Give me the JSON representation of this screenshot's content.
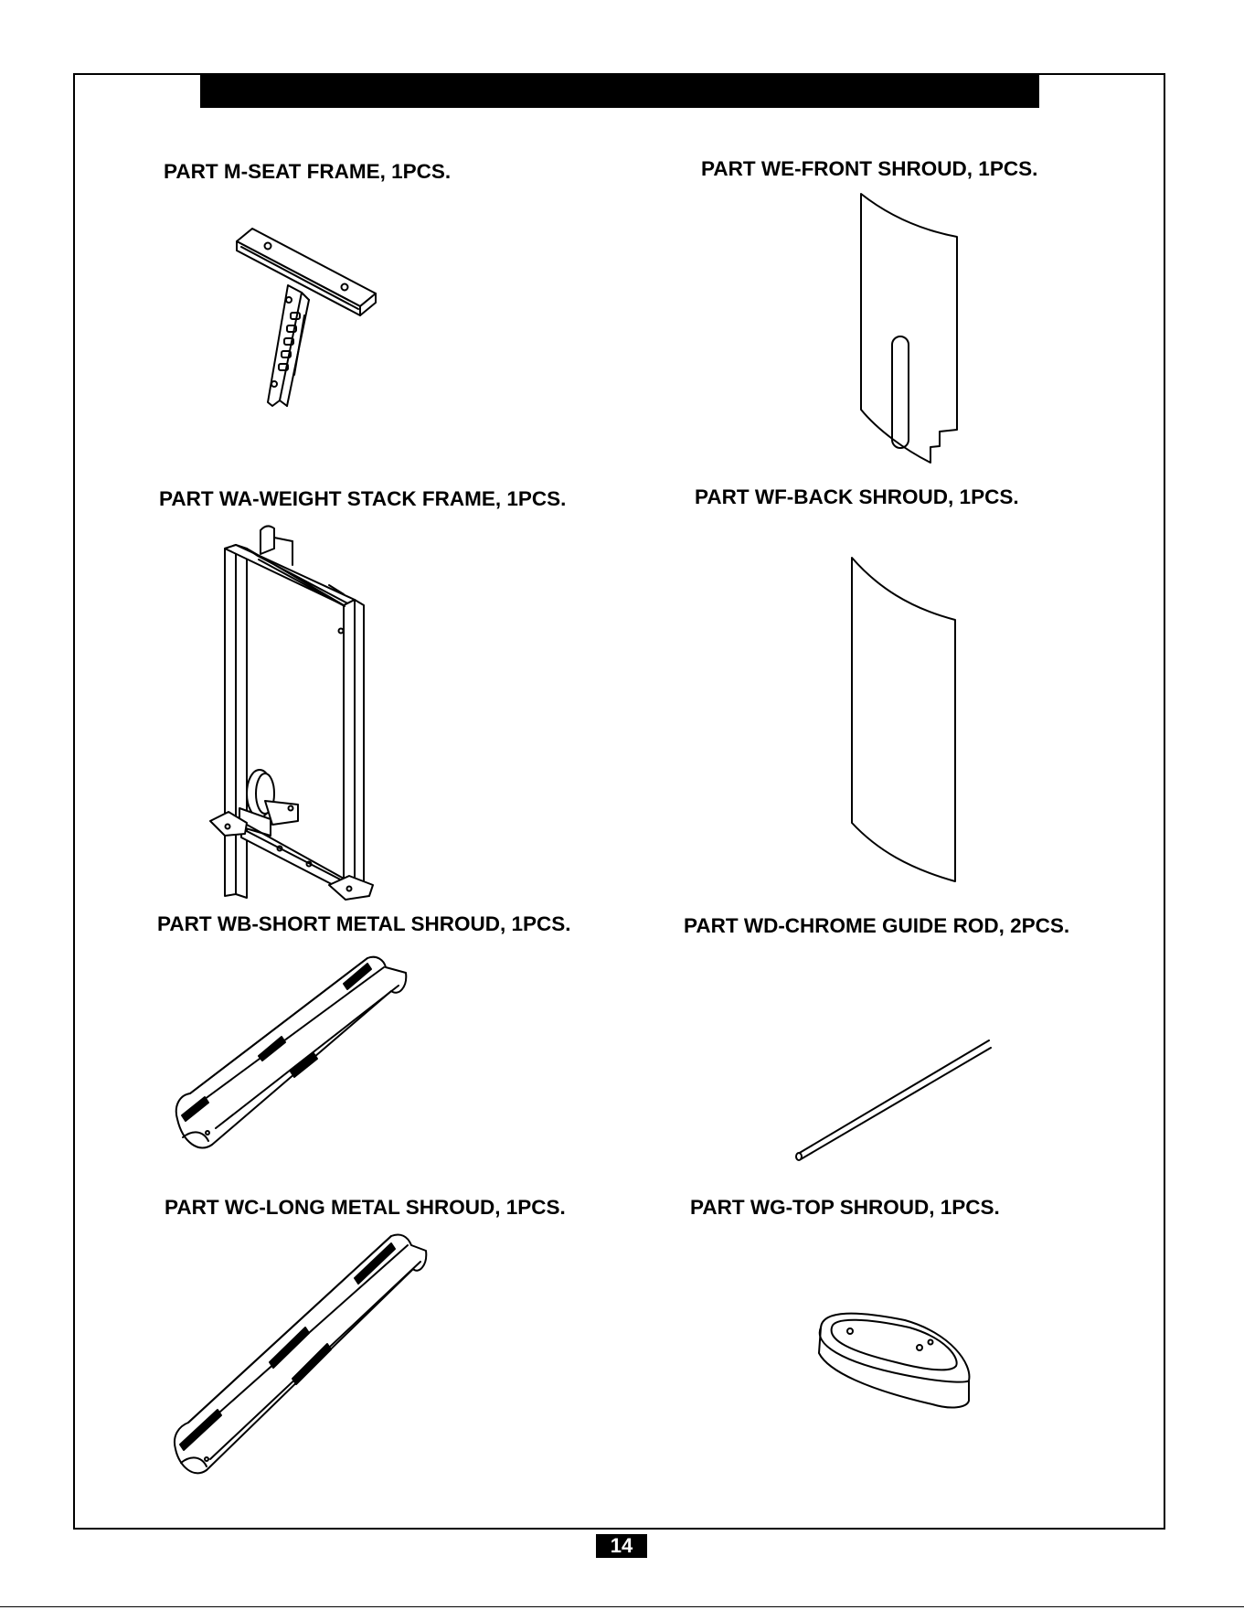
{
  "page": {
    "header_bar": "",
    "page_number": "14"
  },
  "parts": [
    {
      "id": "M",
      "label": "PART M-SEAT FRAME, 1PCS.",
      "icon": "seat-frame-icon"
    },
    {
      "id": "WE",
      "label": "PART WE-FRONT SHROUD, 1PCS.",
      "icon": "front-shroud-icon"
    },
    {
      "id": "WA",
      "label": "PART WA-WEIGHT STACK FRAME, 1PCS.",
      "icon": "weight-stack-frame-icon"
    },
    {
      "id": "WF",
      "label": "PART WF-BACK SHROUD, 1PCS.",
      "icon": "back-shroud-icon"
    },
    {
      "id": "WB",
      "label": "PART WB-SHORT METAL SHROUD, 1PCS.",
      "icon": "short-metal-shroud-icon"
    },
    {
      "id": "WD",
      "label": "PART WD-CHROME GUIDE ROD, 2PCS.",
      "icon": "chrome-guide-rod-icon"
    },
    {
      "id": "WC",
      "label": "PART WC-LONG METAL SHROUD, 1PCS.",
      "icon": "long-metal-shroud-icon"
    },
    {
      "id": "WG",
      "label": "PART WG-TOP SHROUD, 1PCS.",
      "icon": "top-shroud-icon"
    }
  ]
}
